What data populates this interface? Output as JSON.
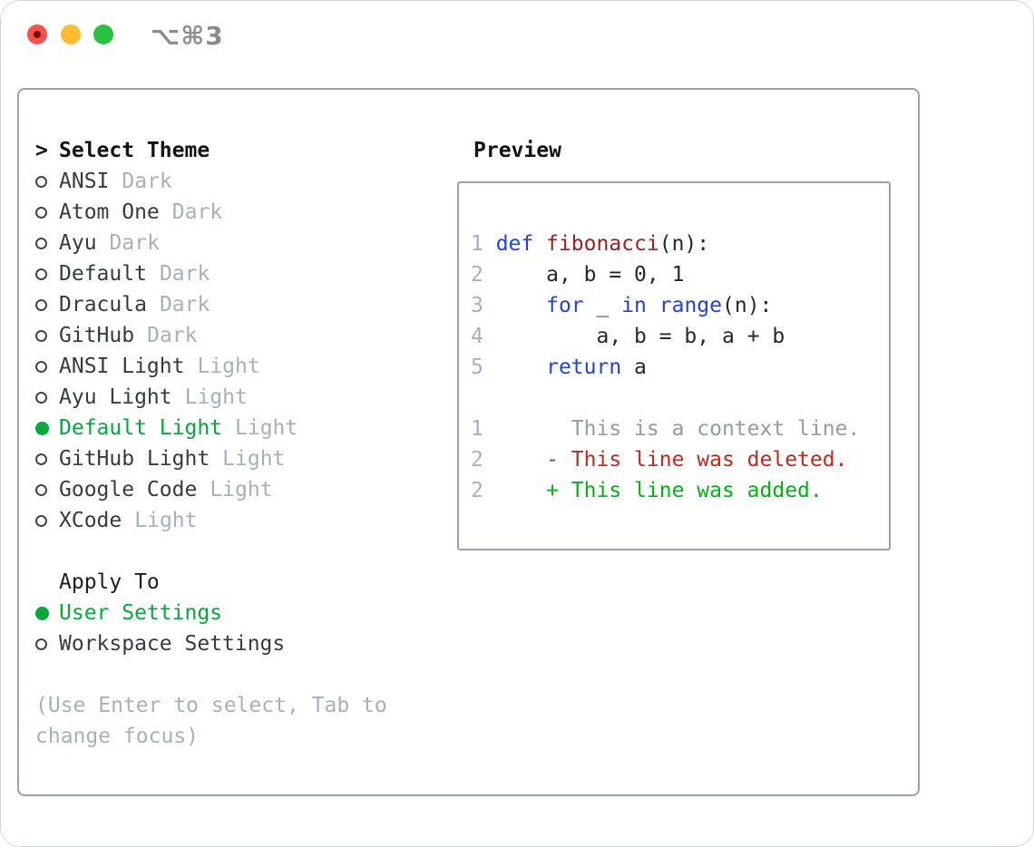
{
  "window": {
    "title": "⌥⌘3",
    "traffic_lights": {
      "close": "close-button",
      "minimize": "minimize-button",
      "zoom": "zoom-button"
    }
  },
  "colors": {
    "accent_green": "#00ab39",
    "keyword_blue": "#2142e3",
    "function_red": "#9e2121",
    "diff_deleted_red": "#c5271b",
    "diff_added_green": "#00b412",
    "muted_gray": "#a8b0bc",
    "border_gray": "#9aa3ad"
  },
  "theme_picker": {
    "header": {
      "marker": ">",
      "label": "Select Theme"
    },
    "items": [
      {
        "name": "ANSI",
        "variant": "Dark",
        "selected": false
      },
      {
        "name": "Atom One",
        "variant": "Dark",
        "selected": false
      },
      {
        "name": "Ayu",
        "variant": "Dark",
        "selected": false
      },
      {
        "name": "Default",
        "variant": "Dark",
        "selected": false
      },
      {
        "name": "Dracula",
        "variant": "Dark",
        "selected": false
      },
      {
        "name": "GitHub",
        "variant": "Dark",
        "selected": false
      },
      {
        "name": "ANSI Light",
        "variant": "Light",
        "selected": false
      },
      {
        "name": "Ayu Light",
        "variant": "Light",
        "selected": false
      },
      {
        "name": "Default Light",
        "variant": "Light",
        "selected": true
      },
      {
        "name": "GitHub Light",
        "variant": "Light",
        "selected": false
      },
      {
        "name": "Google Code",
        "variant": "Light",
        "selected": false
      },
      {
        "name": "XCode",
        "variant": "Light",
        "selected": false
      }
    ],
    "apply_to": {
      "label": "Apply To",
      "options": [
        {
          "name": "User Settings",
          "selected": true
        },
        {
          "name": "Workspace Settings",
          "selected": false
        }
      ]
    },
    "help": [
      "(Use Enter to select, Tab to",
      "change focus)"
    ]
  },
  "preview": {
    "title": "Preview",
    "code_lines": [
      [
        {
          "t": "1 ",
          "c": "num"
        },
        {
          "t": "def ",
          "c": "kw"
        },
        {
          "t": "fibonacci",
          "c": "fn"
        },
        {
          "t": "(n):",
          "c": "plain"
        }
      ],
      [
        {
          "t": "2 ",
          "c": "num"
        },
        {
          "t": "    a, b = 0, 1",
          "c": "plain"
        }
      ],
      [
        {
          "t": "3 ",
          "c": "num"
        },
        {
          "t": "    ",
          "c": "plain"
        },
        {
          "t": "for",
          "c": "kw"
        },
        {
          "t": " _ ",
          "c": "plain"
        },
        {
          "t": "in",
          "c": "kw"
        },
        {
          "t": " ",
          "c": "plain"
        },
        {
          "t": "range",
          "c": "kw"
        },
        {
          "t": "(n):",
          "c": "plain"
        }
      ],
      [
        {
          "t": "4 ",
          "c": "num"
        },
        {
          "t": "        a, b = b, a + b",
          "c": "plain"
        }
      ],
      [
        {
          "t": "5 ",
          "c": "num"
        },
        {
          "t": "    ",
          "c": "plain"
        },
        {
          "t": "return",
          "c": "kw"
        },
        {
          "t": " a",
          "c": "plain"
        }
      ]
    ],
    "diff_lines": [
      [
        {
          "t": "1",
          "c": "num"
        },
        {
          "t": "       ",
          "c": "plain"
        },
        {
          "t": "This is a context line.",
          "c": "ctx"
        }
      ],
      [
        {
          "t": "2",
          "c": "num"
        },
        {
          "t": "     ",
          "c": "plain"
        },
        {
          "t": "- This line was deleted.",
          "c": "del"
        }
      ],
      [
        {
          "t": "2",
          "c": "num"
        },
        {
          "t": "     ",
          "c": "plain"
        },
        {
          "t": "+ This line was added.",
          "c": "add"
        }
      ]
    ]
  }
}
